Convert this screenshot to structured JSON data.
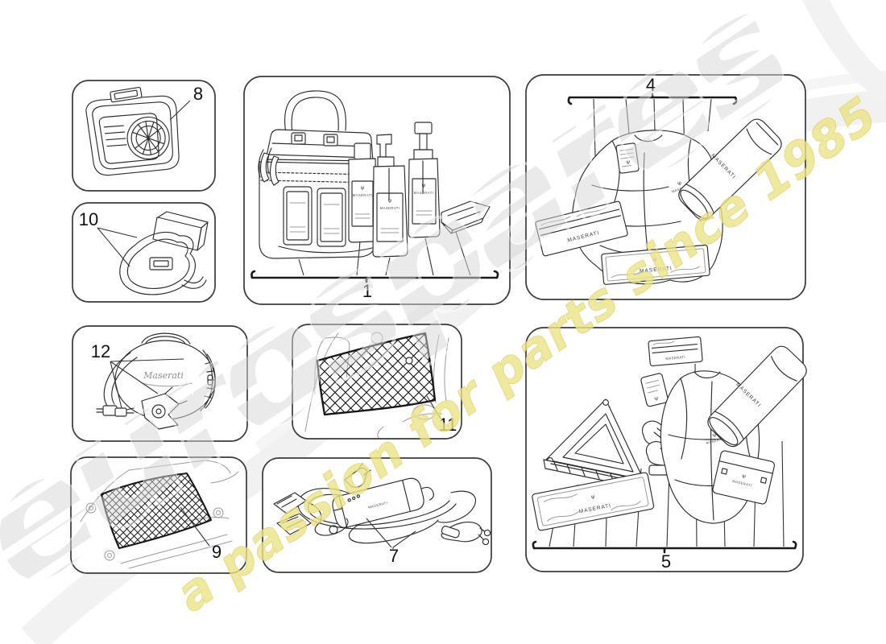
{
  "diagram": {
    "kind": "parts-diagram",
    "line_color": "#2d2d2d",
    "panel_border_color": "#3a3a3a",
    "background_color": "#ffffff"
  },
  "watermark": {
    "brand": "eurospares",
    "slogan": "a passion for parts since 1985",
    "brand_color": "#d7d7d7",
    "slogan_color": "#ece388"
  },
  "item_labels": {
    "brand": "MASERATI",
    "brand_script": "Maserati"
  },
  "panels": [
    {
      "id": "tyre-compressor",
      "number": "8"
    },
    {
      "id": "tie-down-strap",
      "number": "10"
    },
    {
      "id": "car-care-kit",
      "number": "1"
    },
    {
      "id": "cover-kit",
      "number": "4"
    },
    {
      "id": "battery-cable-case",
      "number": "12"
    },
    {
      "id": "door-storage-net",
      "number": "11"
    },
    {
      "id": "luggage-net",
      "number": "9"
    },
    {
      "id": "battery-charger",
      "number": "7"
    },
    {
      "id": "emergency-kit",
      "number": "5"
    }
  ]
}
